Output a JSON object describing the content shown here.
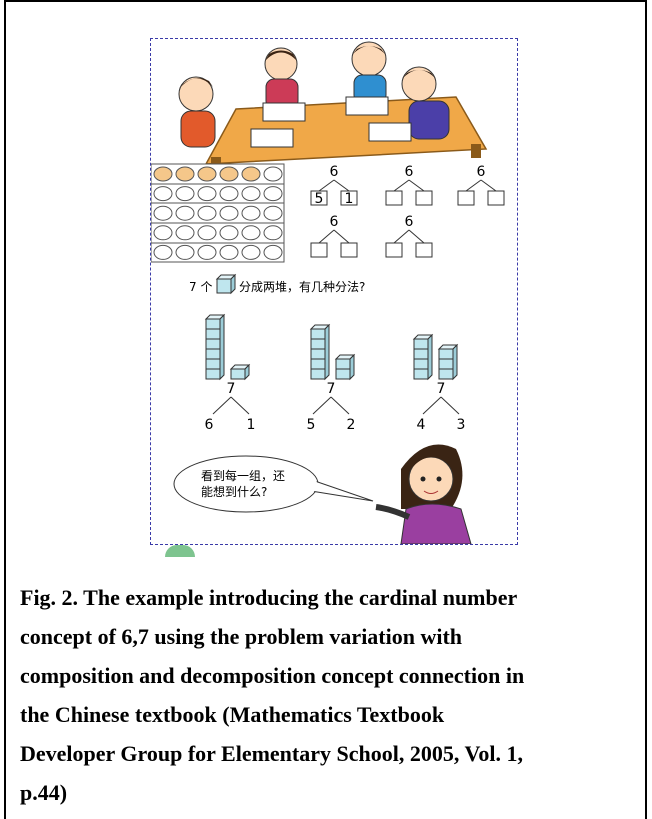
{
  "figure": {
    "decomposition_six": {
      "whole": "6",
      "first_parts": [
        "5",
        "1"
      ],
      "empty_tree_wholes": [
        "6",
        "6",
        "6",
        "6"
      ]
    },
    "question": {
      "prefix": "7 个",
      "suffix": "分成两堆，有几种分法?"
    },
    "splits": [
      {
        "whole": "7",
        "left": "6",
        "right": "1"
      },
      {
        "whole": "7",
        "left": "5",
        "right": "2"
      },
      {
        "whole": "7",
        "left": "4",
        "right": "3"
      }
    ],
    "speech_bubble": {
      "line1": "看到每一组，还",
      "line2": "能想到什么?"
    }
  },
  "caption": {
    "lines": [
      "Fig. 2. The example introducing the cardinal number",
      "concept of 6,7 using the problem variation with",
      "composition and decomposition concept connection in",
      "the Chinese textbook (Mathematics Textbook",
      "Developer Group for Elementary School, 2005, Vol. 1,",
      "p.44)"
    ]
  },
  "colors": {
    "border": "#000000",
    "figure_border": "#3a3aa8",
    "table": "#f0a848",
    "cube": "#bfe6ee",
    "counter_filled": "#f5c78a"
  }
}
